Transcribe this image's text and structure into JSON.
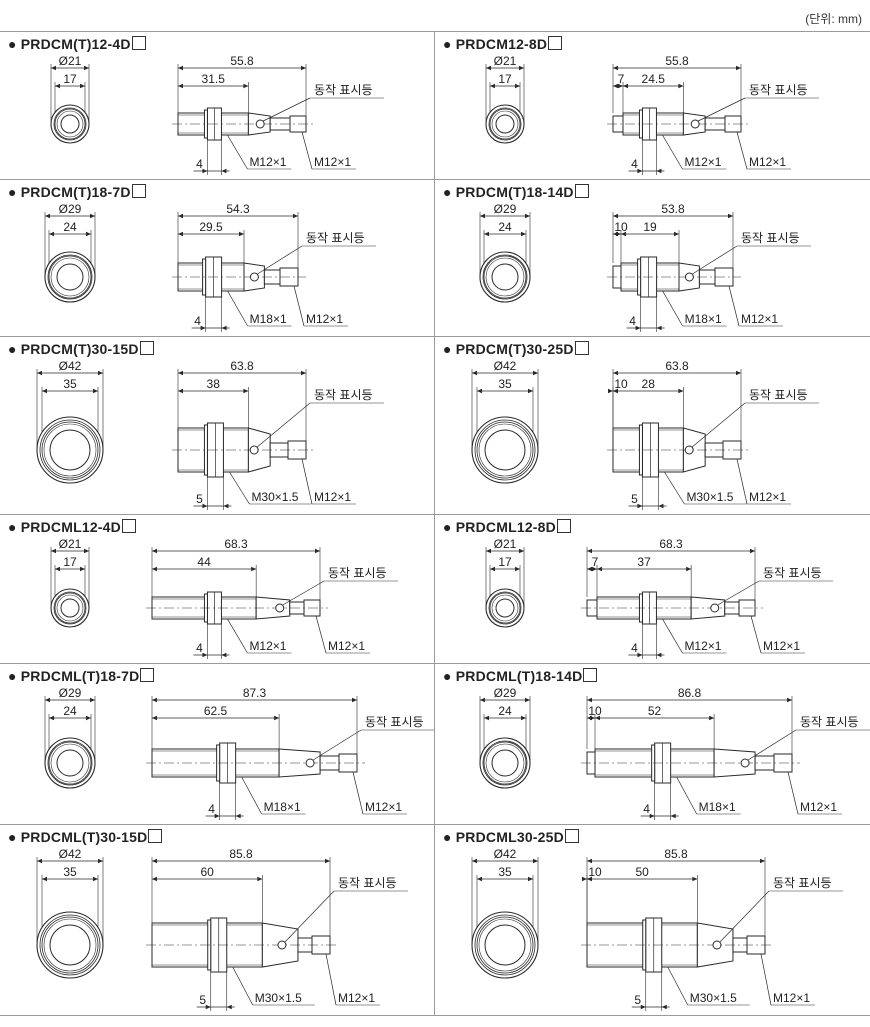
{
  "unit_label": "(단위: mm)",
  "models": [
    {
      "name": "PRDCM(T)12-4D",
      "face": "Ø21",
      "thread_w": "17",
      "total": "55.8",
      "dims": [
        "31.5"
      ],
      "flange": "4",
      "thread_label": "M12×1",
      "conn_label": "M12×1",
      "indicator": "동작 표시등",
      "type": "m12s"
    },
    {
      "name": "PRDCM12-8D",
      "face": "Ø21",
      "thread_w": "17",
      "total": "55.8",
      "dims": [
        "7",
        "24.5"
      ],
      "flange": "4",
      "thread_label": "M12×1",
      "conn_label": "M12×1",
      "indicator": "동작 표시등",
      "type": "m12n"
    },
    {
      "name": "PRDCM(T)18-7D",
      "face": "Ø29",
      "thread_w": "24",
      "total": "54.3",
      "dims": [
        "29.5"
      ],
      "flange": "4",
      "thread_label": "M18×1",
      "conn_label": "M12×1",
      "indicator": "동작 표시등",
      "type": "m18s"
    },
    {
      "name": "PRDCM(T)18-14D",
      "face": "Ø29",
      "thread_w": "24",
      "total": "53.8",
      "dims": [
        "10",
        "19"
      ],
      "flange": "4",
      "thread_label": "M18×1",
      "conn_label": "M12×1",
      "indicator": "동작 표시등",
      "type": "m18n"
    },
    {
      "name": "PRDCM(T)30-15D",
      "face": "Ø42",
      "thread_w": "35",
      "total": "63.8",
      "dims": [
        "38"
      ],
      "flange": "5",
      "thread_label": "M30×1.5",
      "conn_label": "M12×1",
      "indicator": "동작 표시등",
      "type": "m30s"
    },
    {
      "name": "PRDCM(T)30-25D",
      "face": "Ø42",
      "thread_w": "35",
      "total": "63.8",
      "dims": [
        "10",
        "28"
      ],
      "flange": "5",
      "thread_label": "M30×1.5",
      "conn_label": "M12×1",
      "indicator": "동작 표시등",
      "type": "m30n"
    },
    {
      "name": "PRDCML12-4D",
      "face": "Ø21",
      "thread_w": "17",
      "total": "68.3",
      "dims": [
        "44"
      ],
      "flange": "4",
      "thread_label": "M12×1",
      "conn_label": "M12×1",
      "indicator": "동작 표시등",
      "type": "l12s"
    },
    {
      "name": "PRDCML12-8D",
      "face": "Ø21",
      "thread_w": "17",
      "total": "68.3",
      "dims": [
        "7",
        "37"
      ],
      "flange": "4",
      "thread_label": "M12×1",
      "conn_label": "M12×1",
      "indicator": "동작 표시등",
      "type": "l12n"
    },
    {
      "name": "PRDCML(T)18-7D",
      "face": "Ø29",
      "thread_w": "24",
      "total": "87.3",
      "dims": [
        "62.5"
      ],
      "flange": "4",
      "thread_label": "M18×1",
      "conn_label": "M12×1",
      "indicator": "동작 표시등",
      "type": "l18s"
    },
    {
      "name": "PRDCML(T)18-14D",
      "face": "Ø29",
      "thread_w": "24",
      "total": "86.8",
      "dims": [
        "10",
        "52"
      ],
      "flange": "4",
      "thread_label": "M18×1",
      "conn_label": "M12×1",
      "indicator": "동작 표시등",
      "type": "l18n"
    },
    {
      "name": "PRDCML(T)30-15D",
      "face": "Ø42",
      "thread_w": "35",
      "total": "85.8",
      "dims": [
        "60"
      ],
      "flange": "5",
      "thread_label": "M30×1.5",
      "conn_label": "M12×1",
      "indicator": "동작 표시등",
      "type": "l30s"
    },
    {
      "name": "PRDCML30-25D",
      "face": "Ø42",
      "thread_w": "35",
      "total": "85.8",
      "dims": [
        "10",
        "50"
      ],
      "flange": "5",
      "thread_label": "M30×1.5",
      "conn_label": "M12×1",
      "indicator": "동작 표시등",
      "type": "l30n"
    }
  ]
}
